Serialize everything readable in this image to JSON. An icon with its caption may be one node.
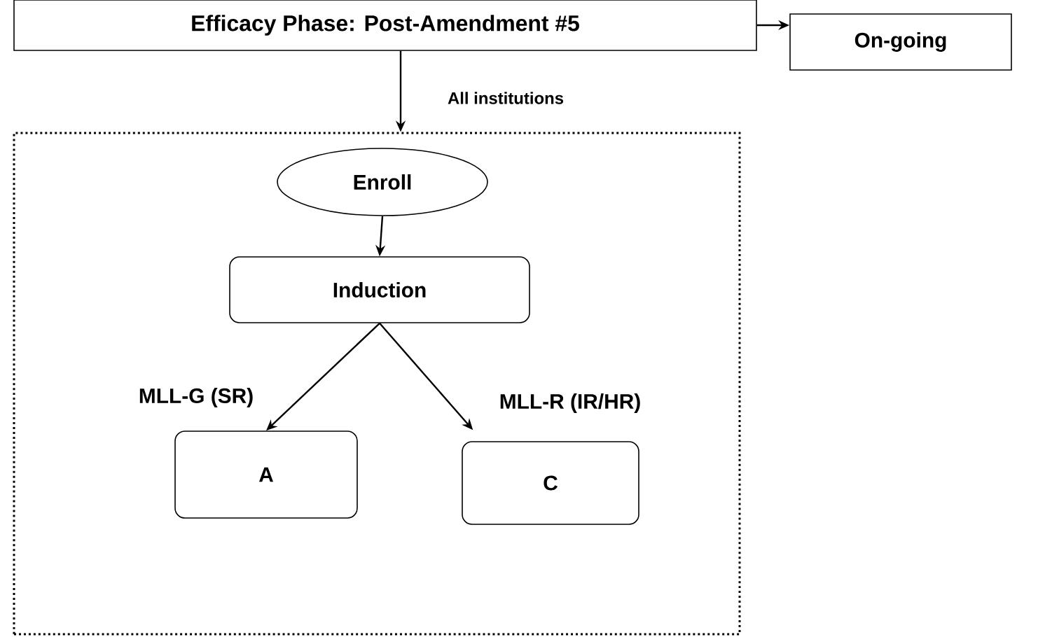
{
  "diagram": {
    "nodes": [
      {
        "text": [
          "Efficacy Phase: Post-Amendment #5"
        ]
      },
      {
        "text": [
          "On-going"
        ]
      },
      {
        "text": [],
        "shape": "box"
      },
      {
        "text": [
          "Enroll"
        ],
        "in": 2
      },
      {
        "text": [
          "Induction"
        ],
        "in": 2
      },
      {
        "text": [
          "A"
        ],
        "in": 2
      },
      {
        "text": [
          "C"
        ],
        "in": 2
      }
    ],
    "edges": [
      {
        "from": 0,
        "to": 1,
        "arrow": "to"
      },
      {
        "from": 0,
        "to": 2,
        "arrow": "to",
        "label": "All institutions"
      },
      {
        "from": 3,
        "to": 4,
        "arrow": "to"
      },
      {
        "from": 4,
        "to": 5,
        "arrow": "to",
        "label": "MLL-G (SR)"
      },
      {
        "from": 4,
        "to": 6,
        "arrow": "to",
        "label": "MLL-R (IR/HR)"
      }
    ]
  }
}
